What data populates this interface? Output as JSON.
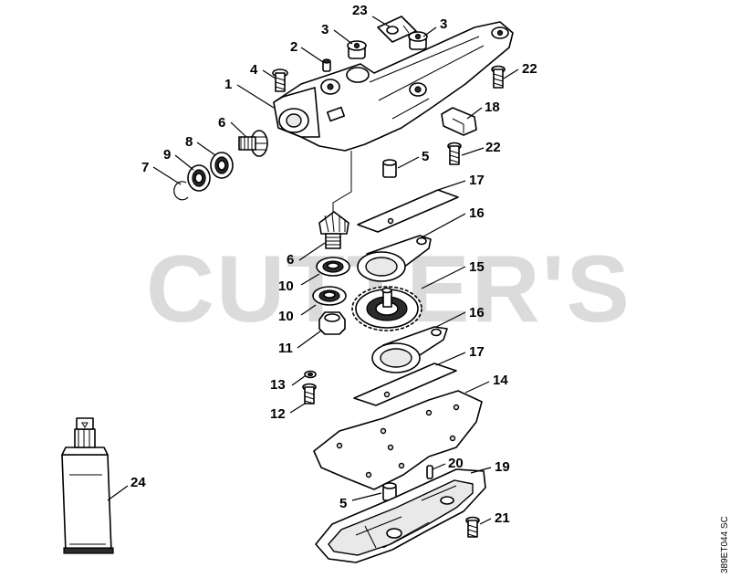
{
  "watermark": "CUTTER'S",
  "drawing_code": "389ET044 SC",
  "callouts": {
    "c1": "1",
    "c2": "2",
    "c3a": "3",
    "c3b": "3",
    "c4": "4",
    "c5a": "5",
    "c5b": "5",
    "c6a": "6",
    "c6b": "6",
    "c7": "7",
    "c8": "8",
    "c9": "9",
    "c10a": "10",
    "c10b": "10",
    "c11": "11",
    "c12": "12",
    "c13": "13",
    "c14": "14",
    "c15": "15",
    "c16a": "16",
    "c16b": "16",
    "c17a": "17",
    "c17b": "17",
    "c18": "18",
    "c19": "19",
    "c20": "20",
    "c21": "21",
    "c22a": "22",
    "c22b": "22",
    "c23": "23",
    "c24": "24"
  }
}
